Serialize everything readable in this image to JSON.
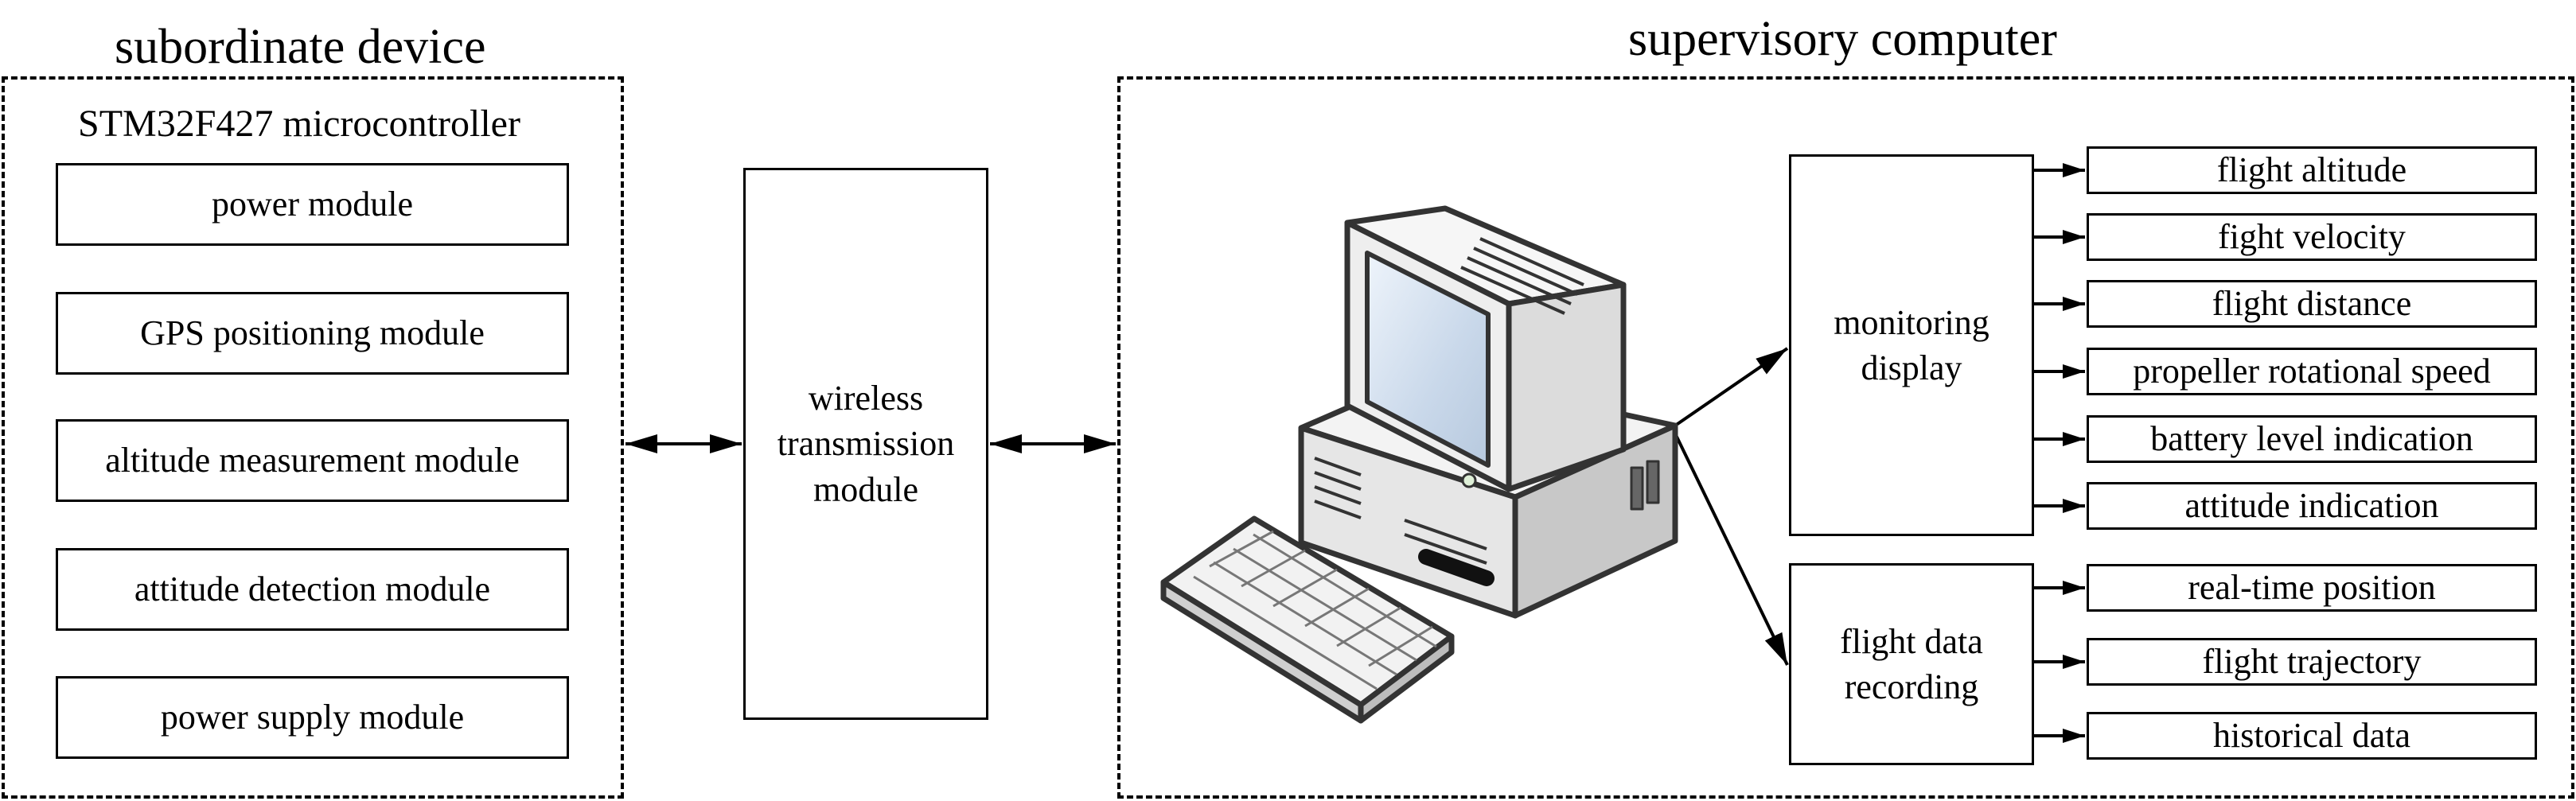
{
  "subordinate": {
    "title": "subordinate device",
    "mcu_label": "STM32F427 microcontroller",
    "modules": [
      "power module",
      "GPS positioning module",
      "altitude measurement module",
      "attitude detection module",
      "power supply module"
    ]
  },
  "wireless": {
    "line1": "wireless",
    "line2": "transmission",
    "line3": "module"
  },
  "supervisory": {
    "title": "supervisory computer",
    "computer_icon": "desktop-computer-icon",
    "monitoring": {
      "line1": "monitoring",
      "line2": "display",
      "items": [
        "flight altitude",
        "fight velocity",
        "flight distance",
        "propeller rotational speed",
        "battery level indication",
        "attitude indication"
      ]
    },
    "recording": {
      "line1": "flight data",
      "line2": "recording",
      "items": [
        "real-time position",
        "flight trajectory",
        "historical data"
      ]
    }
  }
}
